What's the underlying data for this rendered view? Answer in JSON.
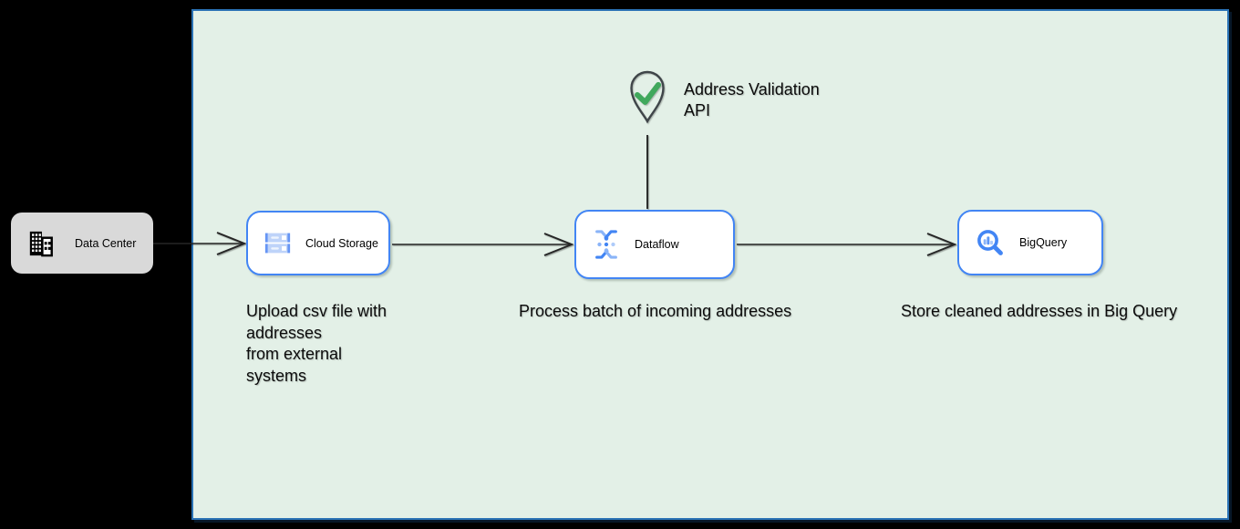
{
  "diagram": {
    "panel": {
      "fill": "#e3f0e7",
      "border_color": "#2a72b5"
    },
    "colors": {
      "accent_blue": "#4285f4",
      "light_blue": "#aecbfa",
      "check_green": "#40a85c",
      "node_gray": "#d9d9d9",
      "edge_color": "#262626"
    },
    "nodes": {
      "data_center": {
        "label": "Data Center",
        "icon": "building-icon"
      },
      "cloud_storage": {
        "label": "Cloud Storage",
        "icon": "cloud-storage-icon"
      },
      "dataflow": {
        "label": "Dataflow",
        "icon": "dataflow-icon"
      },
      "bigquery": {
        "label": "BigQuery",
        "icon": "bigquery-icon"
      }
    },
    "annotation": {
      "icon": "location-pin-check-icon",
      "label": "Address Validation\nAPI"
    },
    "captions": {
      "upload": "Upload csv file with\naddresses\nfrom external\nsystems",
      "process": "Process batch of incoming addresses",
      "store": "Store cleaned addresses in Big Query"
    }
  }
}
